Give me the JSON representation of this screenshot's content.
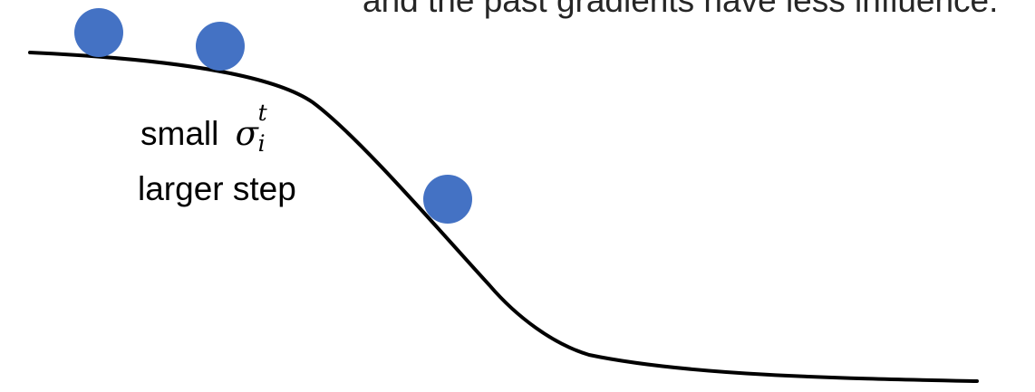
{
  "caption": {
    "text": "and the past gradients have less influence."
  },
  "labels": {
    "small_prefix": "small",
    "sigma_symbol": "σ",
    "sigma_superscript": "t",
    "sigma_subscript": "i",
    "larger_step": "larger step"
  },
  "colors": {
    "curve": "#000000",
    "ball": "#4472c4",
    "caption_text": "#262626",
    "label_text": "#000000"
  }
}
